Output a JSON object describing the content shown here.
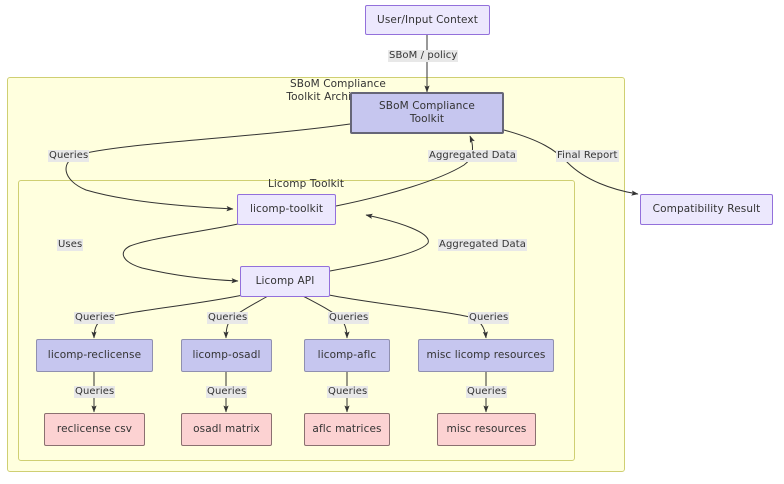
{
  "diagram": {
    "type": "flowchart",
    "title": "SBoM Compliance Toolkit Architecture",
    "clusters": [
      {
        "id": "outer",
        "label": "SBoM Compliance\nToolkit Architecture"
      },
      {
        "id": "inner",
        "label": "Licomp Toolkit"
      }
    ],
    "nodes": {
      "user_input": "User/Input Context",
      "sbom_toolkit": "SBoM Compliance\nToolkit",
      "compatibility_result": "Compatibility Result",
      "licomp_toolkit": "licomp-toolkit",
      "licomp_api": "Licomp API",
      "licomp_reclicense": "licomp-reclicense",
      "licomp_osadl": "licomp-osadl",
      "licomp_aflc": "licomp-aflc",
      "misc_licomp_resources": "misc licomp resources",
      "reclicense_csv": "reclicense csv",
      "osadl_matrix": "osadl matrix",
      "aflc_matrices": "aflc matrices",
      "misc_resources": "misc resources"
    },
    "edges": [
      {
        "id": "e1",
        "from": "user_input",
        "to": "sbom_toolkit",
        "label": "SBoM / policy"
      },
      {
        "id": "e2",
        "from": "sbom_toolkit",
        "to": "licomp_toolkit",
        "label": "Queries"
      },
      {
        "id": "e3",
        "from": "licomp_toolkit",
        "to": "sbom_toolkit",
        "label": "Aggregated Data"
      },
      {
        "id": "e4",
        "from": "sbom_toolkit",
        "to": "compatibility_result",
        "label": "Final Report"
      },
      {
        "id": "e5",
        "from": "licomp_toolkit",
        "to": "licomp_api",
        "label": "Uses"
      },
      {
        "id": "e6",
        "from": "licomp_api",
        "to": "licomp_toolkit",
        "label": "Aggregated Data"
      },
      {
        "id": "e7",
        "from": "licomp_api",
        "to": "licomp_reclicense",
        "label": "Queries"
      },
      {
        "id": "e8",
        "from": "licomp_api",
        "to": "licomp_osadl",
        "label": "Queries"
      },
      {
        "id": "e9",
        "from": "licomp_api",
        "to": "licomp_aflc",
        "label": "Queries"
      },
      {
        "id": "e10",
        "from": "licomp_api",
        "to": "misc_licomp_resources",
        "label": "Queries"
      },
      {
        "id": "e11",
        "from": "licomp_reclicense",
        "to": "reclicense_csv",
        "label": "Queries"
      },
      {
        "id": "e12",
        "from": "licomp_osadl",
        "to": "osadl_matrix",
        "label": "Queries"
      },
      {
        "id": "e13",
        "from": "licomp_aflc",
        "to": "aflc_matrices",
        "label": "Queries"
      },
      {
        "id": "e14",
        "from": "misc_licomp_resources",
        "to": "misc_resources",
        "label": "Queries"
      }
    ],
    "colors": {
      "cluster_fill": "#ffffde",
      "cluster_stroke": "#cfcf72",
      "lavender_fill": "#ece8fd",
      "lavender_stroke": "#9370db",
      "blue_fill": "#c6c6ef",
      "blue_stroke": "#9090b0",
      "pink_fill": "#fcd2d2",
      "pink_stroke": "#8b7070",
      "edge_stroke": "#333333",
      "label_bg": "#e8e8e8",
      "text": "#333333"
    }
  }
}
